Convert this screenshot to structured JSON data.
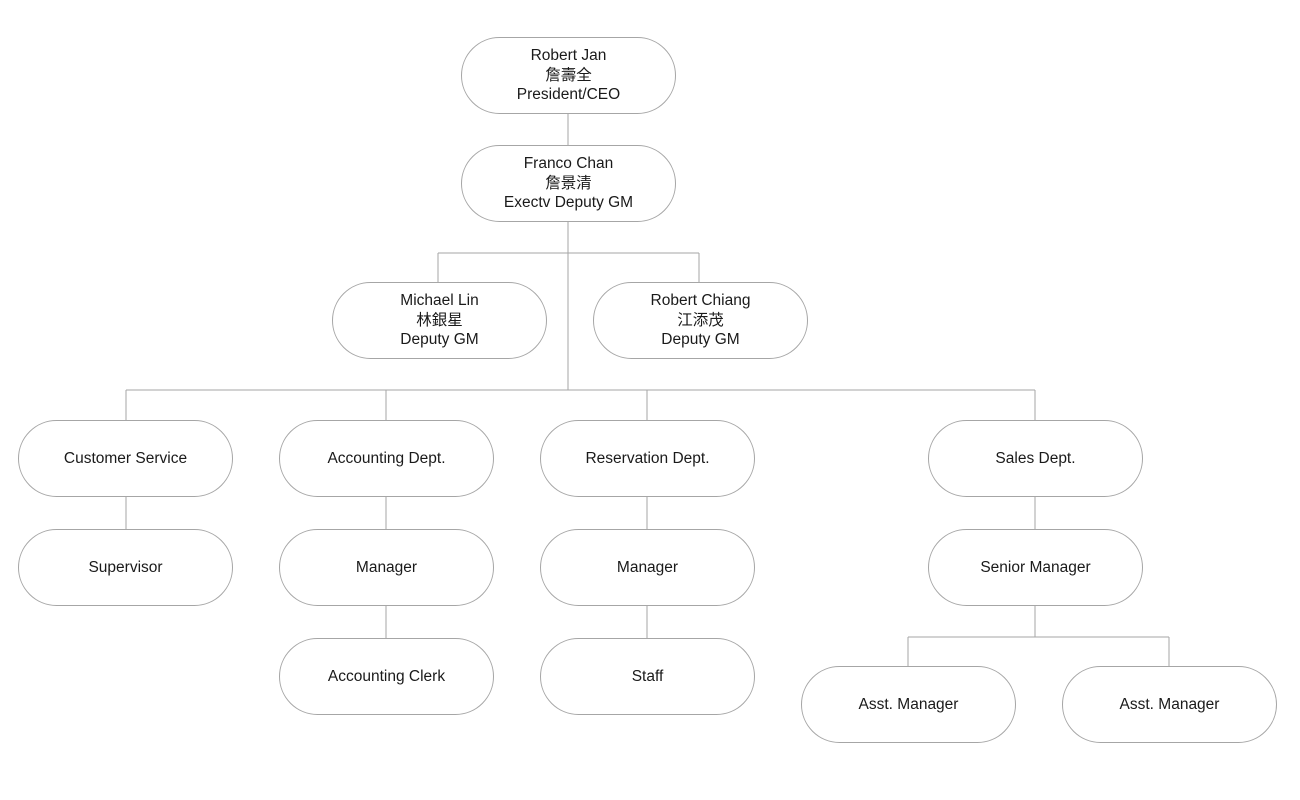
{
  "org_chart": {
    "ceo": {
      "name": "Robert Jan",
      "chinese_name": "詹壽全",
      "title": "President/CEO"
    },
    "exec_deputy": {
      "name": "Franco Chan",
      "chinese_name": "詹景清",
      "title": "Exectv Deputy GM"
    },
    "deputy_1": {
      "name": "Michael Lin",
      "chinese_name": "林銀星",
      "title": "Deputy GM"
    },
    "deputy_2": {
      "name": "Robert Chiang",
      "chinese_name": "江添茂",
      "title": "Deputy GM"
    },
    "customer_service": {
      "label": "Customer Service",
      "supervisor": "Supervisor"
    },
    "accounting": {
      "label": "Accounting Dept.",
      "manager": "Manager",
      "clerk": "Accounting Clerk"
    },
    "reservation": {
      "label": "Reservation Dept.",
      "manager": "Manager",
      "staff": "Staff"
    },
    "sales": {
      "label": "Sales Dept.",
      "senior_manager": "Senior Manager",
      "asst_manager_1": "Asst. Manager",
      "asst_manager_2": "Asst. Manager"
    }
  },
  "colors": {
    "border": "#a6a6a6",
    "text": "#1a1a1a",
    "background": "#ffffff"
  }
}
